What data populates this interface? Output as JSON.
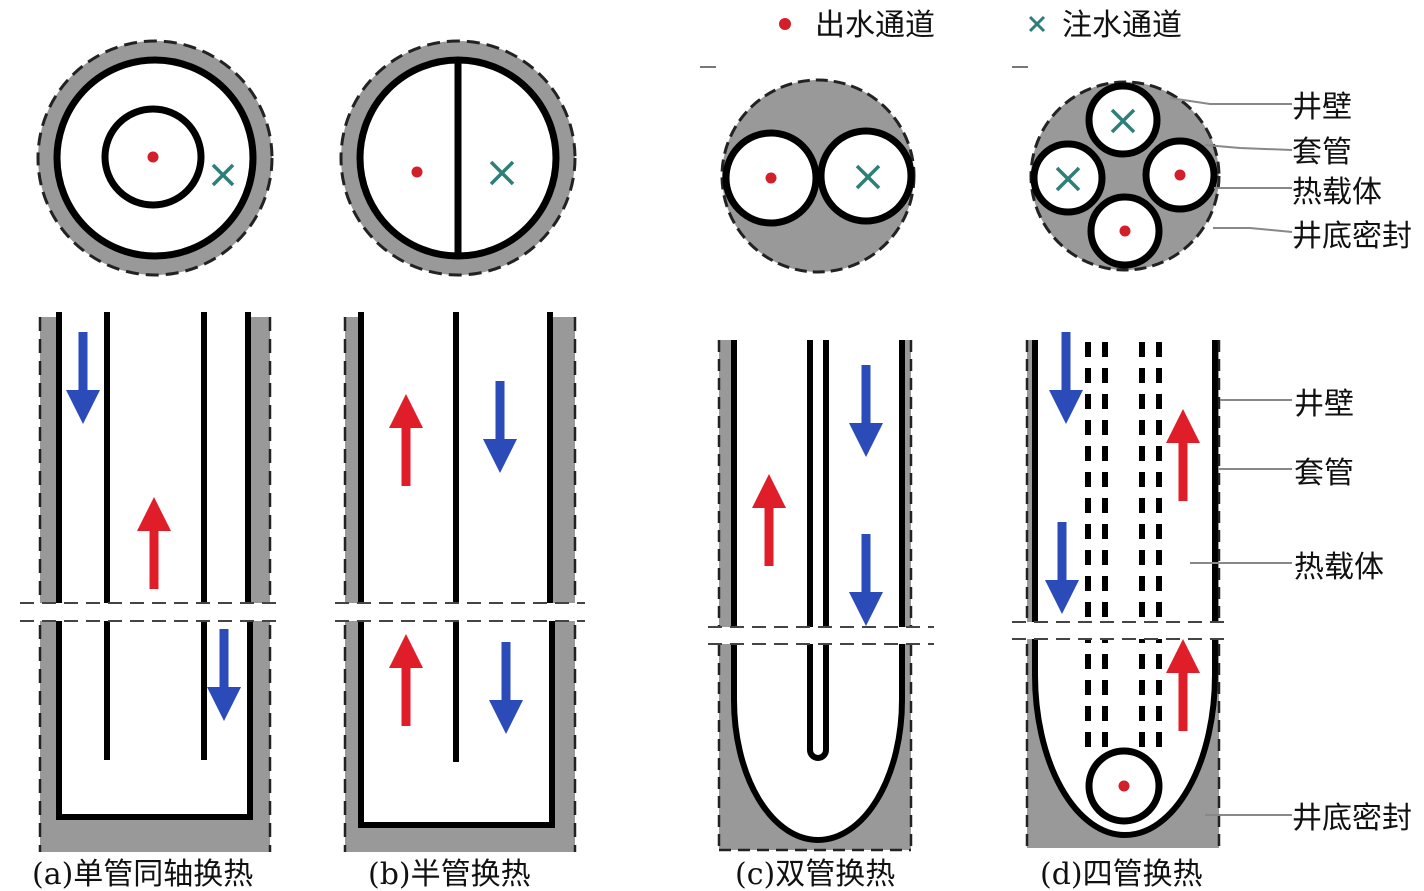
{
  "legend": {
    "outlet_label": "出水通道",
    "inlet_label": "注水通道",
    "outlet_color": "#d21f2a",
    "inlet_color": "#2e7f7a"
  },
  "colors": {
    "rock": "#999999",
    "line": "#000000",
    "down_arrow": "#2a4bb8",
    "up_arrow": "#e01e2a",
    "leader": "#888888"
  },
  "captions": {
    "a": "(a)单管同轴换热",
    "b": "(b)半管换热",
    "c": "(c)双管换热",
    "d": "(d)四管换热"
  },
  "annotations_top": {
    "well_wall": "井壁",
    "casing": "套管",
    "heat_carrier": "热载体",
    "bottom_seal": "井底密封"
  },
  "annotations_side": {
    "well_wall": "井壁",
    "casing": "套管",
    "heat_carrier": "热载体",
    "bottom_seal": "井底密封"
  }
}
